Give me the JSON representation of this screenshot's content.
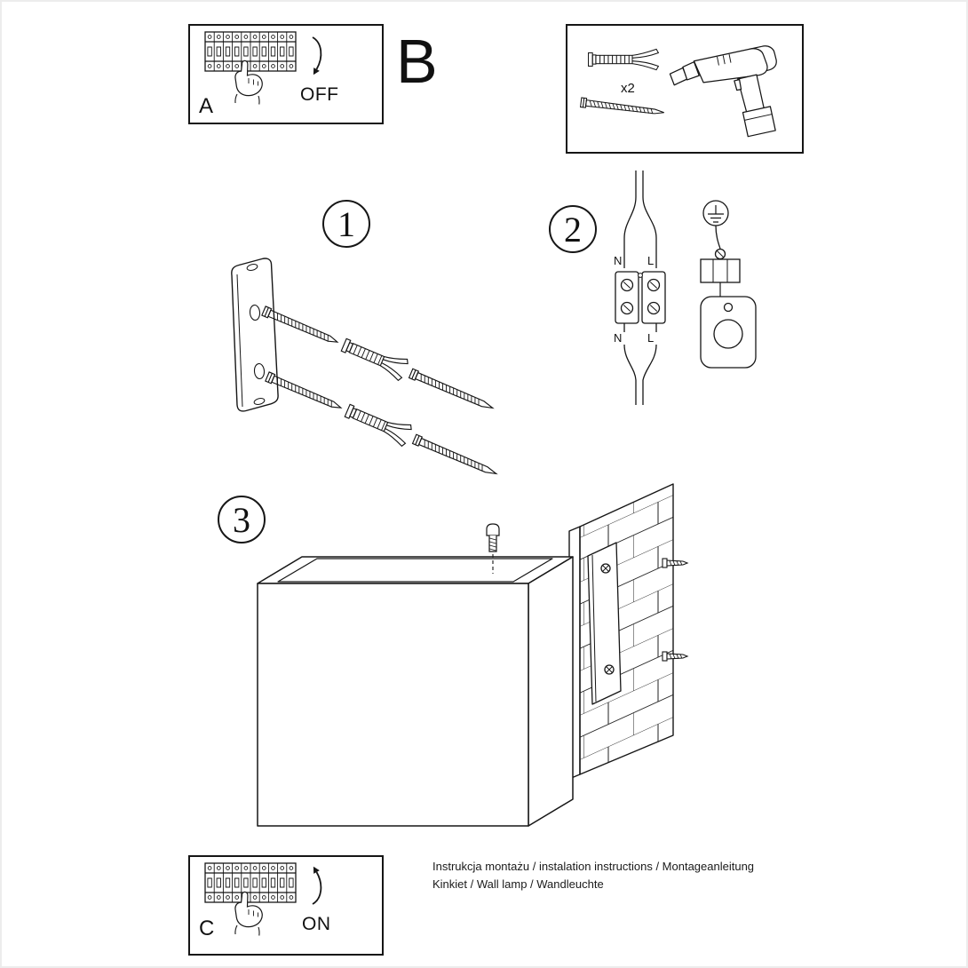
{
  "meta": {
    "ink": "#161616",
    "paper": "#ffffff"
  },
  "panel_a": {
    "label": "A",
    "action": "OFF"
  },
  "part_b": {
    "label": "B",
    "dowel_qty": "x2"
  },
  "steps": {
    "one": "1",
    "two": "2",
    "three": "3"
  },
  "wiring": {
    "top_left": "N",
    "top_right": "L",
    "bottom_left": "N",
    "bottom_right": "L"
  },
  "panel_c": {
    "label": "C",
    "action": "ON"
  },
  "footer": {
    "line1": "Instrukcja montażu / instalation instructions / Montageanleitung",
    "line2": "Kinkiet / Wall lamp / Wandleuchte"
  },
  "icons": {
    "fuse-box-icon": "line-drawing",
    "hand-press-icon": "line-drawing",
    "arrow-down-icon": "curved-arrow",
    "arrow-up-icon": "curved-arrow",
    "wall-plug-icon": "line-drawing",
    "screw-icon": "line-drawing",
    "drill-icon": "line-drawing",
    "bracket-icon": "line-drawing",
    "terminal-block-icon": "line-drawing",
    "ground-symbol-icon": "earth-symbol",
    "lamp-cube-icon": "line-drawing",
    "brick-wall-icon": "line-drawing"
  }
}
